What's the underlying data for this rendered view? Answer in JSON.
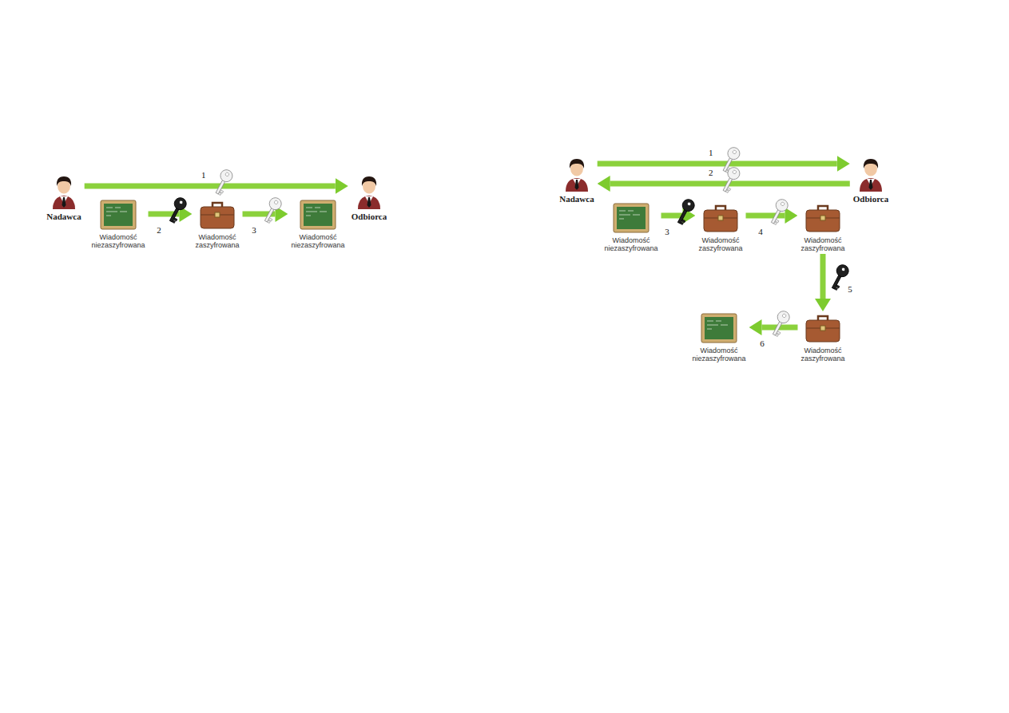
{
  "diagram": {
    "nodes": [
      {
        "text": [
          "Nadawca"
        ]
      },
      {
        "text": [
          "Wiadomość niezaszyfrowana"
        ]
      },
      {
        "text": [
          "Wiadomość zaszyfrowana"
        ]
      },
      {
        "text": [
          "Wiadomość niezaszyfrowana"
        ]
      },
      {
        "text": [
          "Odbiorca"
        ]
      },
      {
        "text": [
          "Nadawca"
        ]
      },
      {
        "text": [
          "Wiadomość niezaszyfrowana"
        ]
      },
      {
        "text": [
          "Wiadomość zaszyfrowana"
        ]
      },
      {
        "text": [
          "Wiadomość zaszyfrowana"
        ]
      },
      {
        "text": [
          "Odbiorca"
        ]
      },
      {
        "text": [
          "Wiadomość zaszyfrowana"
        ]
      },
      {
        "text": [
          "Wiadomość niezaszyfrowana"
        ]
      }
    ],
    "edges": [
      {
        "from": 0,
        "to": 4,
        "label": "1",
        "arrow": "to"
      },
      {
        "from": 1,
        "to": 2,
        "label": "2",
        "arrow": "to"
      },
      {
        "from": 2,
        "to": 3,
        "label": "3",
        "arrow": "to"
      },
      {
        "from": 5,
        "to": 9,
        "label": "1",
        "arrow": "to"
      },
      {
        "from": 9,
        "to": 5,
        "label": "2",
        "arrow": "to"
      },
      {
        "from": 6,
        "to": 7,
        "label": "3",
        "arrow": "to"
      },
      {
        "from": 7,
        "to": 8,
        "label": "4",
        "arrow": "to"
      },
      {
        "from": 8,
        "to": 10,
        "label": "5",
        "arrow": "to"
      },
      {
        "from": 10,
        "to": 11,
        "label": "6",
        "arrow": "to"
      }
    ]
  }
}
